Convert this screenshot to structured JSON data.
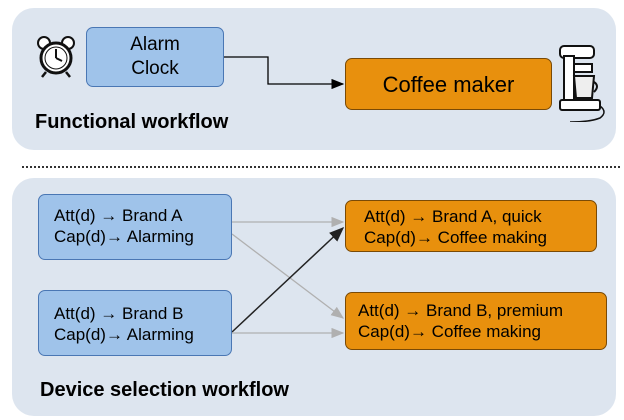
{
  "functional": {
    "title": "Functional workflow",
    "alarm": {
      "line1": "Alarm",
      "line2": "Clock",
      "icon": "alarm-clock-icon"
    },
    "coffee": {
      "label": "Coffee maker",
      "icon": "coffee-maker-icon"
    }
  },
  "selection": {
    "title": "Device selection workflow",
    "devices": [
      {
        "att": "Att(d) → Brand A",
        "cap": "Cap(d)→ Alarming"
      },
      {
        "att": "Att(d)  → Brand B",
        "cap": "Cap(d)→ Alarming"
      },
      {
        "att": "Att(d)  → Brand A, quick",
        "cap": "Cap(d)→ Coffee making"
      },
      {
        "att": "Att(d)  → Brand B, premium",
        "cap": "Cap(d)→ Coffee making"
      }
    ]
  },
  "colors": {
    "panel": "#dde5ef",
    "blue": "#9fc3ea",
    "orange": "#e8900d"
  }
}
